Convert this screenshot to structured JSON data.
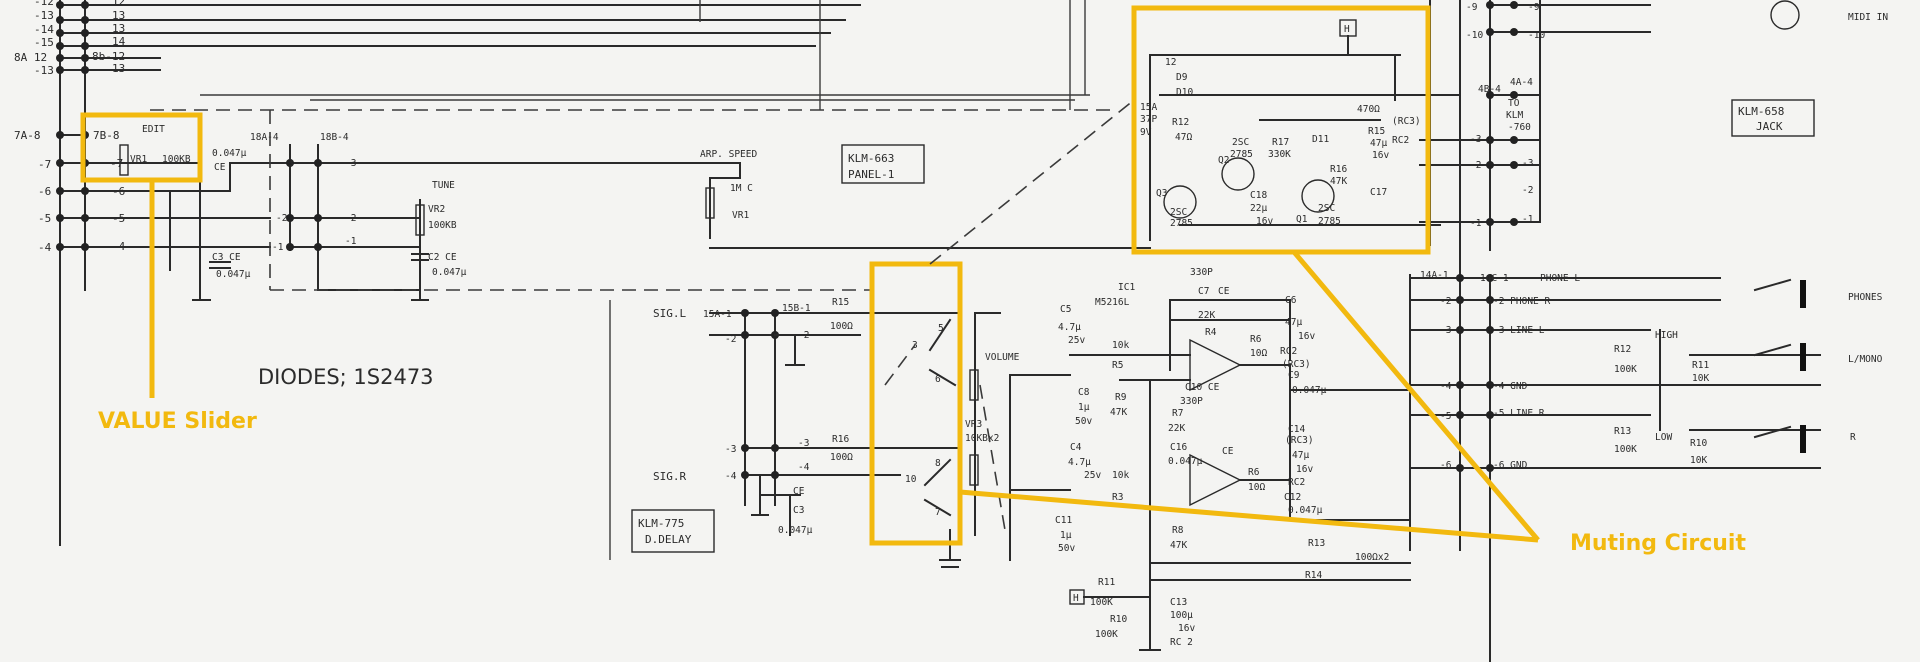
{
  "diagram": {
    "left_bus_labels": [
      "-12",
      "-13",
      "-14",
      "-15",
      "8A 12",
      "-13",
      "7A-8",
      "-7",
      "-6",
      "-5",
      "-4"
    ],
    "inner_bus_labels": [
      "12",
      "13",
      "13",
      "14",
      "8b-12",
      "13",
      "7B-8",
      "-7",
      "-6",
      "-5",
      "-4"
    ],
    "edit_label": "EDIT",
    "vr1": "VR1",
    "vr1_value": "100KB",
    "c1_value": "0.047μ",
    "c1_type": "CE",
    "c3_label": "C3 CE",
    "c3_value": "0.047μ",
    "c2_label": "C2 CE",
    "c2_value": "0.047μ",
    "conn_18a": "18A-4",
    "conn_18b": "18B-4",
    "pin_m3a": "-3",
    "pin_m3b": "-3",
    "pin_m2a": "-2",
    "pin_m2b": "-2",
    "pin_m1a": "-1",
    "pin_m1b": "-1",
    "tune": "TUNE",
    "vr2": "VR2",
    "vr2_value": "100KB",
    "diodes": "DIODES; 1S2473",
    "arp_speed": "ARP. SPEED",
    "arp_value": "1M C",
    "arp_vr": "VR1",
    "klm663": "KLM-663",
    "panel1": "PANEL-1",
    "sig_l": "SIG.L",
    "sig_r": "SIG.R",
    "conn_15a": "15A-1",
    "conn_15b": "15B-1",
    "pin_2a": "-2",
    "pin_2b": "-2",
    "pin_3a": "-3",
    "pin_3b": "-3",
    "pin_4a": "-4",
    "pin_4b": "-4",
    "r15": "R15",
    "r15_value": "100Ω",
    "r16": "R16",
    "r16_value": "100Ω",
    "c3b_type": "CE",
    "c3b": "C3",
    "c3b_value": "0.047μ",
    "klm775": "KLM-775",
    "ddelay": "D.DELAY",
    "sw_3": "3",
    "sw_5": "5",
    "sw_6": "6",
    "sw_10": "10",
    "sw_8": "8",
    "sw_7": "7",
    "volume": "VOLUME",
    "vr3": "VR3",
    "vr3_value": "10KBx2",
    "ic1": "IC1",
    "ic1_part": "M5216L",
    "c7": "C7",
    "c7_value": "330P",
    "c7_type": "CE",
    "r4": "22K",
    "r4_label": "R4",
    "c5": "C5",
    "c5_value": "4.7μ",
    "c5_volt": "25v",
    "r5": "10k",
    "r5_label": "R5",
    "c8": "C8",
    "c8_value": "1μ",
    "c8_volt": "50v",
    "r9": "R9",
    "r9_value": "47K",
    "c10": "C10 CE",
    "c10_value": "330P",
    "r7": "R7",
    "r7_value": "22K",
    "c16": "C16",
    "c16_value": "0.047μ",
    "c4": "C4",
    "c4_value": "4.7μ",
    "c4_volt": "25v",
    "r3": "10k",
    "r3_label": "R3",
    "c11": "C11",
    "c11_value": "1μ",
    "c11_volt": "50v",
    "r8": "R8",
    "r8_value": "47K",
    "r6a": "R6",
    "r6a_value": "10Ω",
    "r6b": "R6",
    "r6b_value": "10Ω",
    "c6": "C6",
    "c6_value": "47μ",
    "c6_volt": "16v",
    "rc2a": "RC2",
    "rc3a": "(RC3)",
    "c9": "C9",
    "c9_value": "0.047μ",
    "c14": "C14",
    "rc3b": "(RC3)",
    "c14_value": "47μ",
    "c14_volt": "16v",
    "rc2b": "RC2",
    "c12": "C12",
    "c12_value": "0.047μ",
    "ce_a": "CE",
    "r13": "R13",
    "r14": "R14",
    "r13_value": "100Ωx2",
    "r11": "R11",
    "r11_value": "100K",
    "r10": "R10",
    "r10_value": "100K",
    "c13": "C13",
    "c13_value": "100μ",
    "c13_volt": "16v",
    "c13_rc": "RC 2",
    "h_mark": "H",
    "muting_12": "12",
    "d9": "D9",
    "d10": "D10",
    "m_15a": "15A",
    "m_37p": "37P",
    "m_9v": "9V",
    "r12": "R12",
    "r12_value": "47Ω",
    "q2": "Q2",
    "q2_part": "2SC",
    "q2_num": "2785",
    "r17": "R17",
    "r17_value": "330K",
    "d11": "D11",
    "r470": "470Ω",
    "rc3c": "(RC3)",
    "r15m": "R15",
    "r15m_value": "47μ",
    "r15m_volt": "16v",
    "rc2c": "RC2",
    "r16m": "R16",
    "r16m_value": "47K",
    "c17": "C17",
    "q3": "Q3",
    "q3_part": "2SC",
    "q3_num": "2785",
    "c18": "C18",
    "c18_value": "22μ",
    "c18_volt": "16v",
    "q1": "Q1",
    "q1_part": "2SC",
    "q1_num": "2785",
    "conn_4b4": "4B-4",
    "conn_4a4": "4A-4",
    "to_klm760_1": "TO",
    "to_klm760_2": "KLM",
    "to_klm760_3": "-760",
    "m_pin3a": "-3",
    "m_pin3b": "-3",
    "m_pin2a": "-2",
    "m_pin2b": "-2",
    "m_pin1a": "-1",
    "m_pin1b": "-1",
    "top_pin9a": "-9",
    "top_pin9b": "-9",
    "top_pin10a": "-10",
    "top_pin10b": "-10",
    "midi_in": "MIDI IN",
    "klm658": "KLM-658",
    "jack": "JACK",
    "conn_14a": "14A-1",
    "conn_14c": "14C-1",
    "phone_l": "PHONE L",
    "phone_r": "-2 PHONE R",
    "line_l": "-3 LINE L",
    "gnd1": "-4 GND",
    "line_r": "-5 LINE R",
    "gnd2": "-6 GND",
    "jp_2": "-2",
    "jp_3": "-3",
    "jp_4": "-4",
    "jp_5": "-5",
    "jp_6": "-6",
    "r12j": "R12",
    "r12j_value": "100K",
    "r11j": "R11",
    "r11j_value": "10K",
    "r13j": "R13",
    "r13j_value": "100K",
    "r10j": "R10",
    "r10j_value": "10K",
    "high": "HIGH",
    "low": "LOW",
    "phones": "PHONES",
    "lmono": "L/MONO",
    "r_out": "R"
  },
  "annotations": {
    "value_slider": "VALUE Slider",
    "muting_circuit": "Muting Circuit",
    "color": "#f2b90f"
  }
}
